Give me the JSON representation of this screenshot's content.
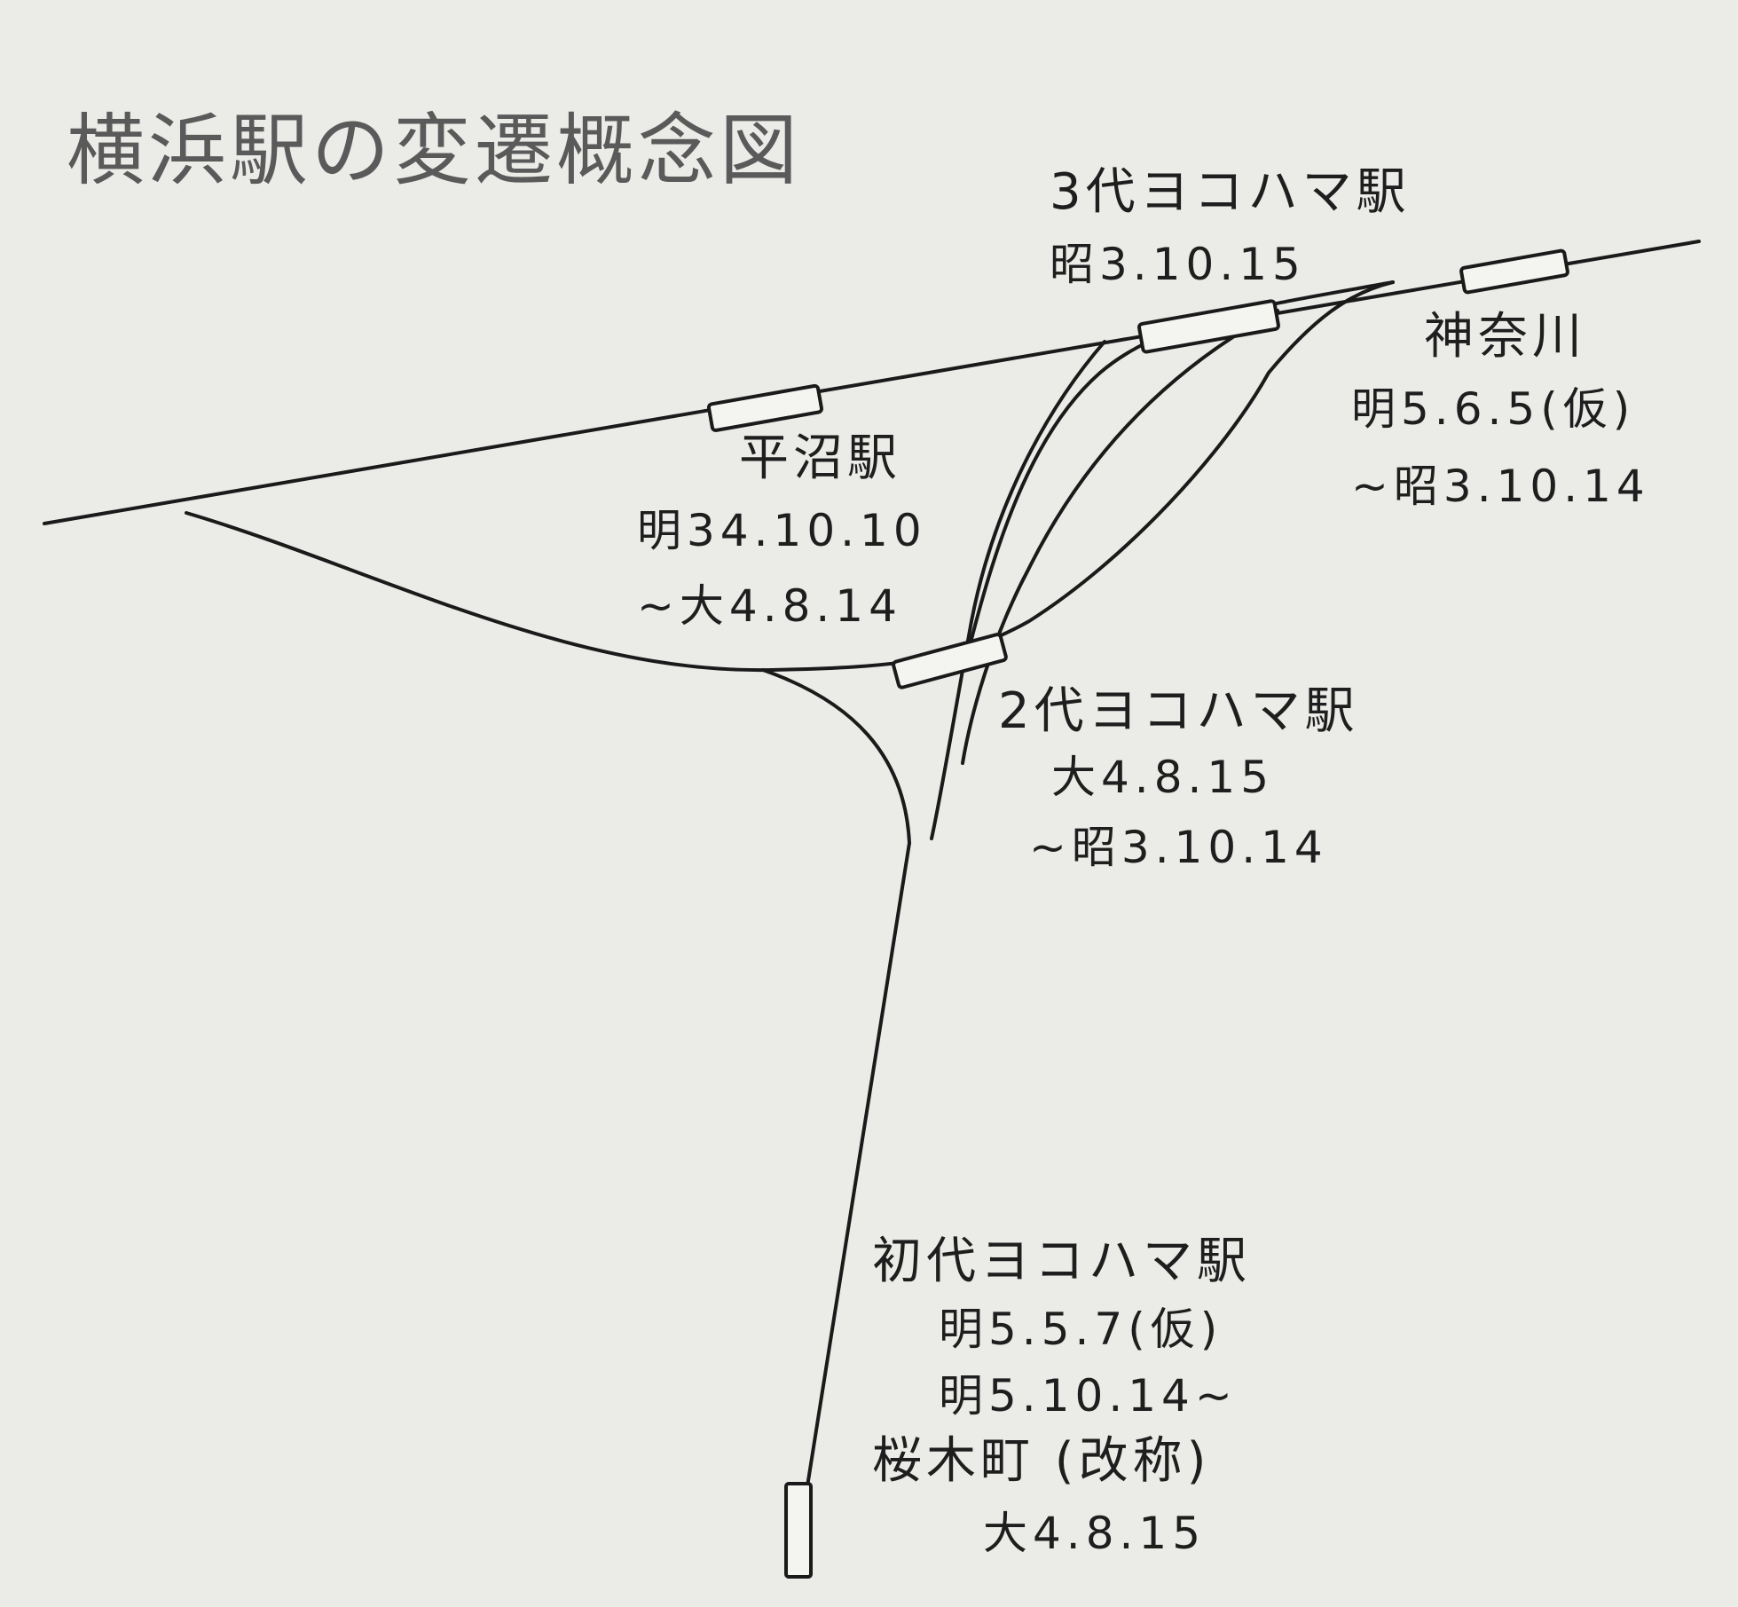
{
  "title": "横浜駅の変遷概念図",
  "stations": {
    "third": {
      "name": "3代ヨコハマ駅",
      "date": "昭3.10.15"
    },
    "kanagawa": {
      "name": "神奈川",
      "date_start": "明5.6.5(仮)",
      "date_end": "~昭3.10.14"
    },
    "hiranuma": {
      "name": "平沼駅",
      "date_start": "明34.10.10",
      "date_end": "~大4.8.14"
    },
    "second": {
      "name": "2代ヨコハマ駅",
      "date_start": "大4.8.15",
      "date_end": "~昭3.10.14"
    },
    "first": {
      "name": "初代ヨコハマ駅",
      "date_provisional": "明5.5.7(仮)",
      "date_opened": "明5.10.14~",
      "renamed": "桜木町 (改称)",
      "renamed_date": "大4.8.15"
    }
  }
}
